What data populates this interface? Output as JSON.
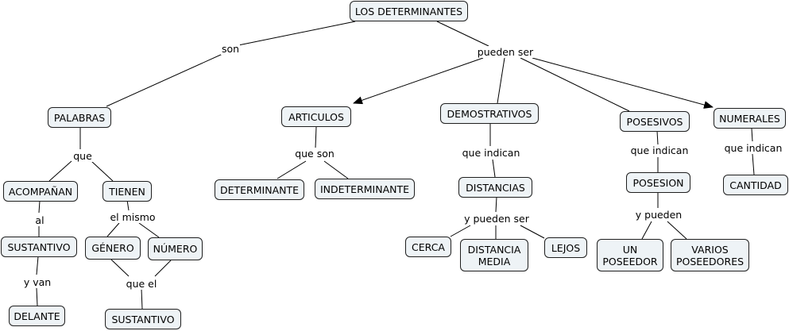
{
  "concepts": {
    "root": "LOS DETERMINANTES",
    "palabras": "PALABRAS",
    "articulos": "ARTICULOS",
    "demostrativos": "DEMOSTRATIVOS",
    "posesivos": "POSESIVOS",
    "numerales": "NUMERALES",
    "acompanan": "ACOMPAÑAN",
    "tienen": "TIENEN",
    "sustantivo1": "SUSTANTIVO",
    "genero": "GÉNERO",
    "numero": "NÚMERO",
    "delante": "DELANTE",
    "sustantivo2": "SUSTANTIVO",
    "determinante": "DETERMINANTE",
    "indeterminante": "INDETERMINANTE",
    "distancias": "DISTANCIAS",
    "cerca": "CERCA",
    "distancia_media": "DISTANCIA\nMEDIA",
    "lejos": "LEJOS",
    "posesion": "POSESION",
    "un_poseedor": "UN\nPOSEEDOR",
    "varios_poseedores": "VARIOS\nPOSEEDORES",
    "cantidad": "CANTIDAD"
  },
  "links": {
    "son": "son",
    "pueden_ser": "pueden ser",
    "que": "que",
    "al": "al",
    "el_mismo": "el mismo",
    "y_van": "y van",
    "que_el": "que el",
    "que_son": "que son",
    "que_indican_dem": "que indican",
    "y_pueden_ser": "y pueden ser",
    "que_indican_pos": "que indican",
    "y_pueden": "y pueden",
    "que_indican_num": "que indican"
  },
  "style": {
    "node_fill": "#eef3f6",
    "node_border": "#1f1f1f",
    "line": "#000000"
  }
}
